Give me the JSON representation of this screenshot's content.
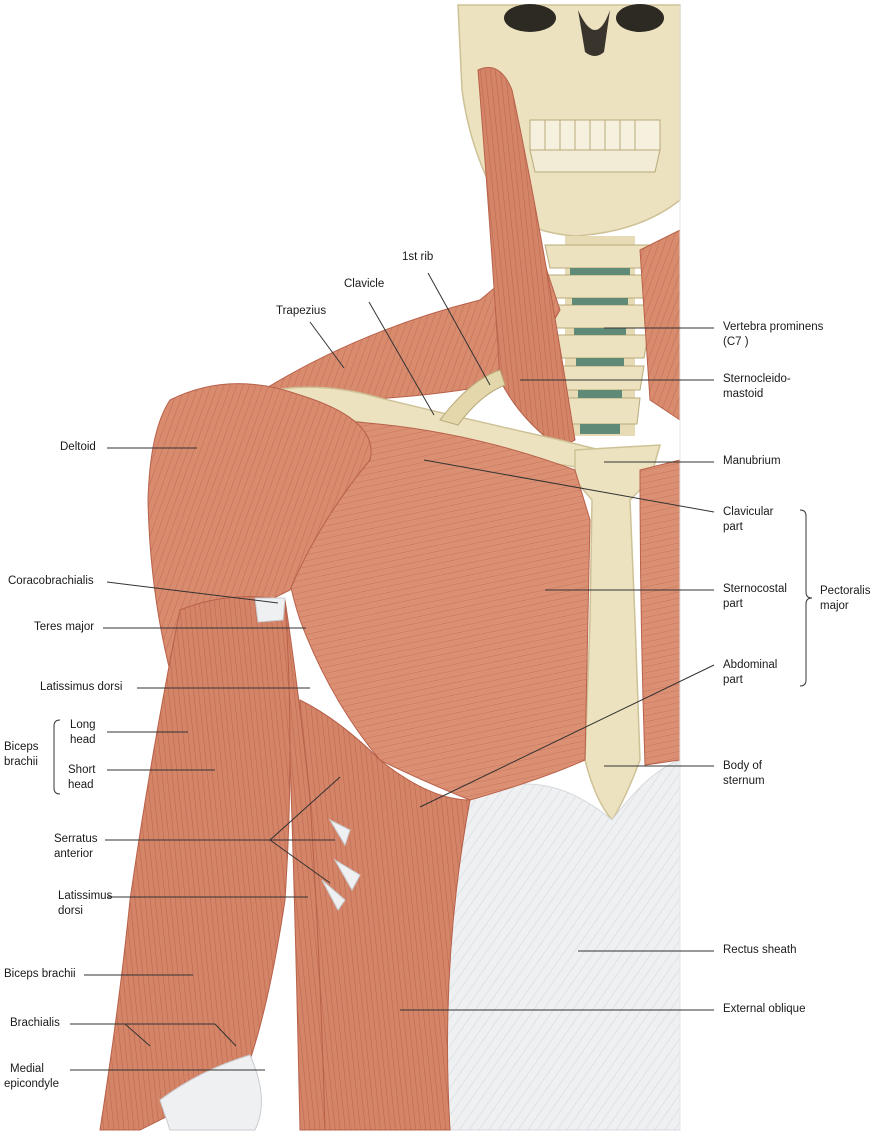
{
  "labels_left": {
    "deltoid": "Deltoid",
    "coracobrachialis": "Coracobrachialis",
    "teres_major": "Teres major",
    "latissimus_dorsi_1": "Latissimus dorsi",
    "biceps_group": [
      "Biceps",
      "brachii"
    ],
    "long_head": [
      "Long",
      "head"
    ],
    "short_head": [
      "Short",
      "head"
    ],
    "serratus_anterior": [
      "Serratus",
      "anterior"
    ],
    "latissimus_dorsi_2": [
      "Latissimus",
      "dorsi"
    ],
    "biceps_brachii": "Biceps brachii",
    "brachialis": "Brachialis",
    "medial_epicondyle": [
      "Medial",
      "epicondyle"
    ]
  },
  "labels_top": {
    "trapezius": "Trapezius",
    "clavicle": "Clavicle",
    "first_rib": "1st rib"
  },
  "labels_right": {
    "vertebra_prominens": [
      "Vertebra prominens",
      "(C7 )"
    ],
    "sternocleidomastoid": [
      "Sternocleido-",
      "mastoid"
    ],
    "manubrium": "Manubrium",
    "clavicular_part": [
      "Clavicular",
      "part"
    ],
    "sternocostal_part": [
      "Sternocostal",
      "part"
    ],
    "abdominal_part": [
      "Abdominal",
      "part"
    ],
    "pectoralis_major": [
      "Pectoralis",
      "major"
    ],
    "body_of_sternum": [
      "Body of",
      "sternum"
    ],
    "rectus_sheath": "Rectus sheath",
    "external_oblique": "External oblique"
  },
  "colors": {
    "muscle": "#d98b6e",
    "muscle_dark": "#b8614a",
    "muscle_light": "#e9a98d",
    "bone": "#ece2bf",
    "bone_shade": "#cfc196",
    "tendon": "#eef0f2",
    "leader": "#333333"
  }
}
